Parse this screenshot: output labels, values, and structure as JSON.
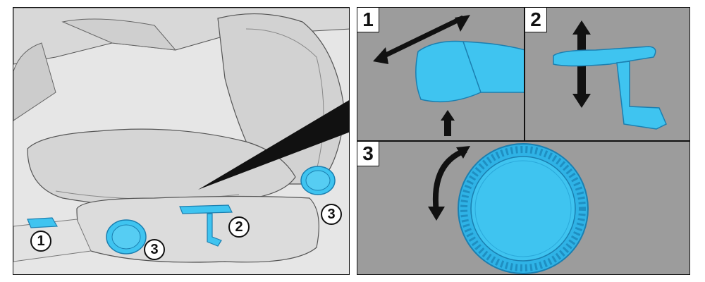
{
  "callouts": {
    "seat_recline_lever": "1",
    "height_lever": "2",
    "lumbar_knob_front": "3",
    "lumbar_knob_rear": "3"
  },
  "details": {
    "detail_1": "1",
    "detail_2": "2",
    "detail_3": "3"
  },
  "colors": {
    "control_blue": "#3fc4f0",
    "detail_background": "#9c9c9c",
    "arrow": "#111111"
  }
}
